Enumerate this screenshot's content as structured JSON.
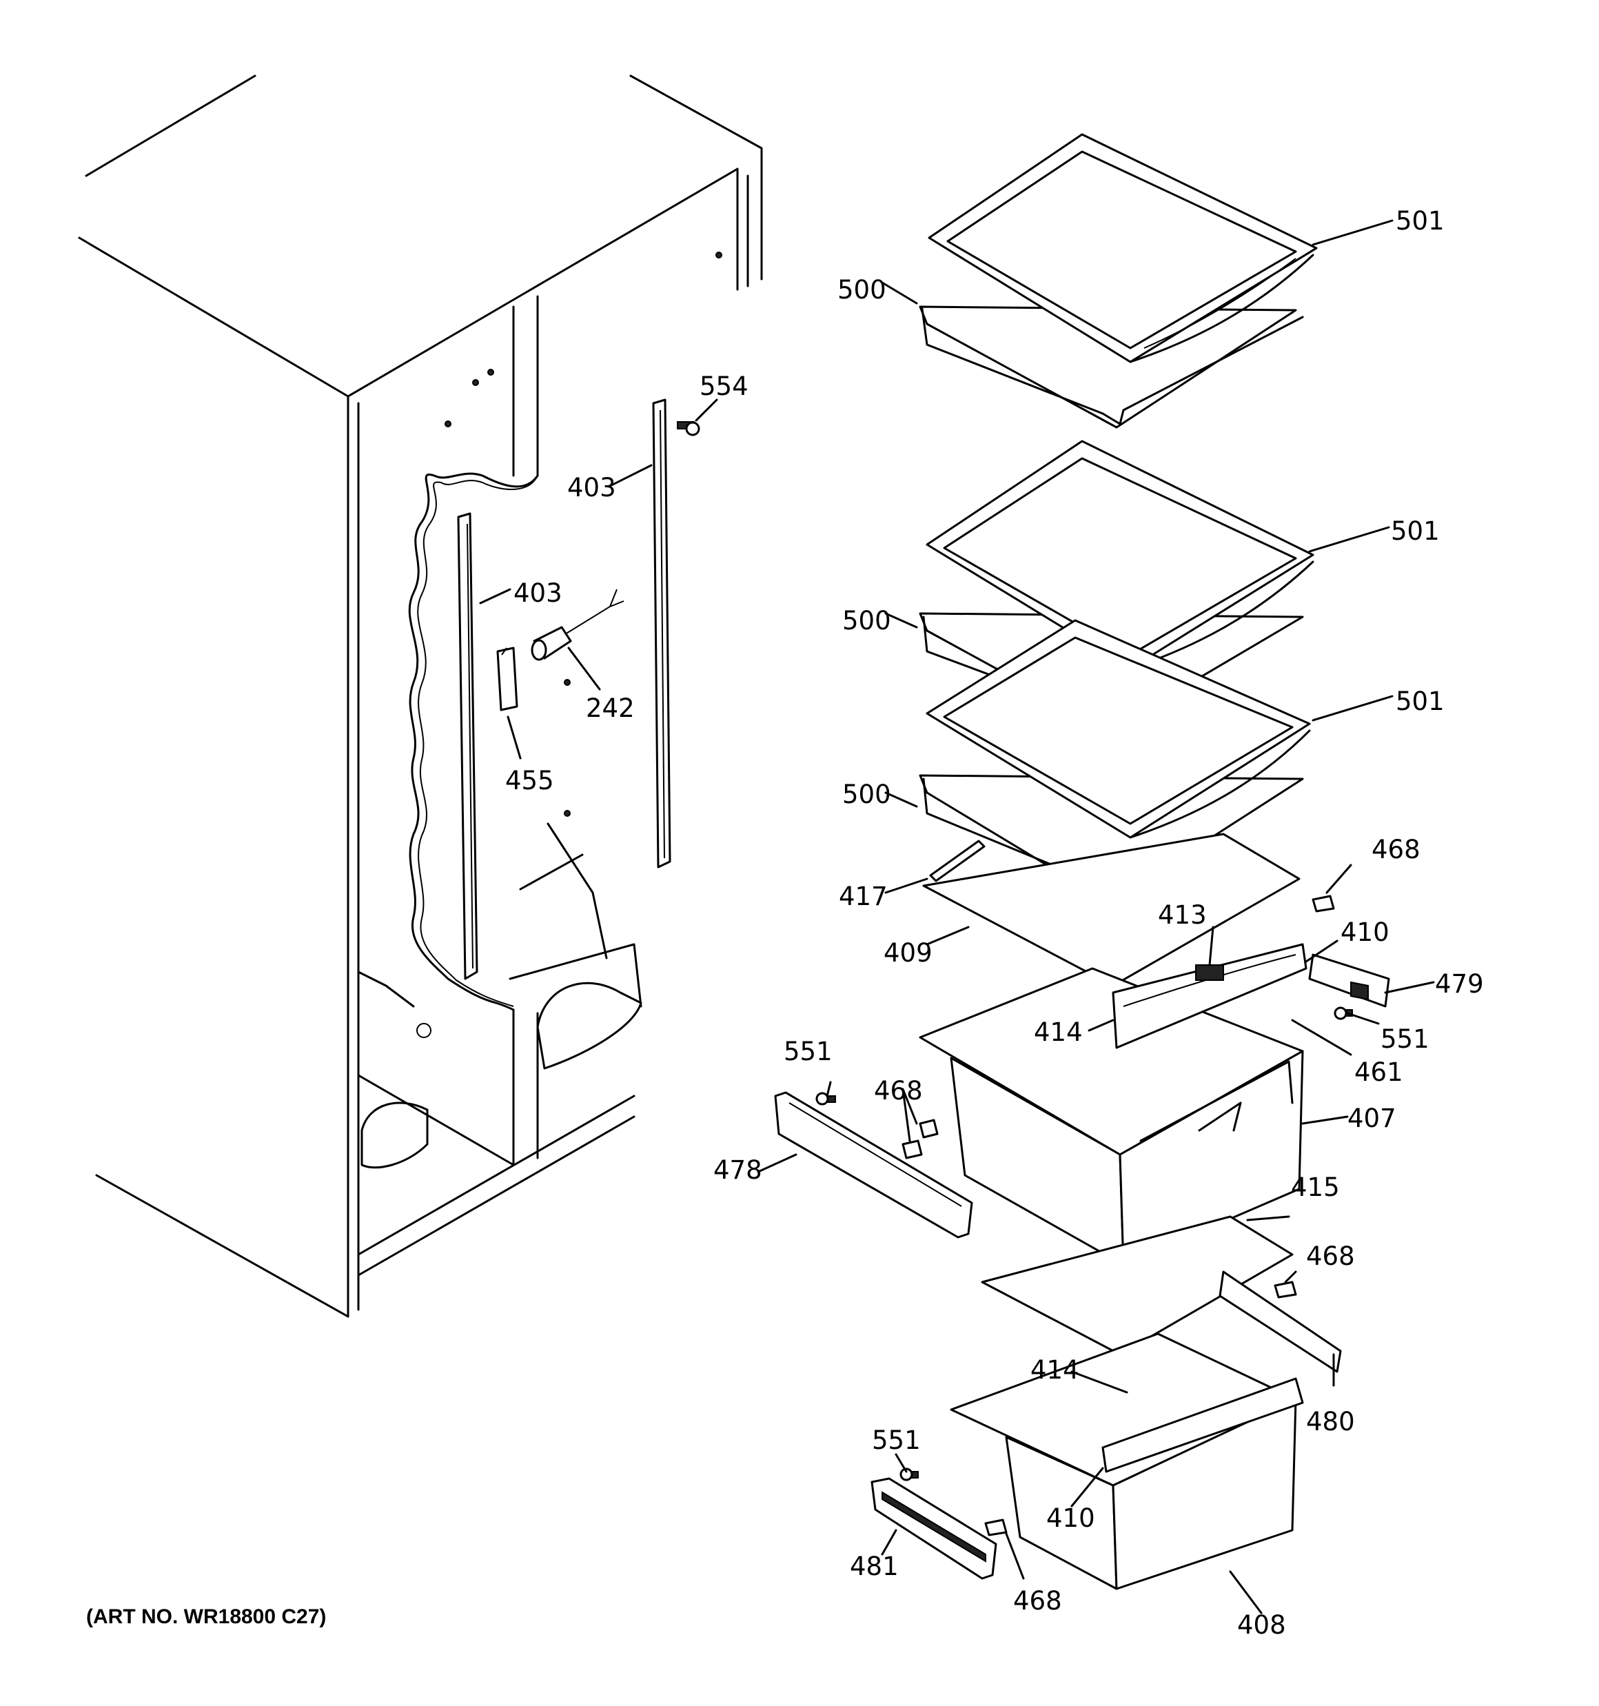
{
  "art_number": "(ART NO. WR18800 C27)",
  "callouts": [
    {
      "id": "c501a",
      "text": "501"
    },
    {
      "id": "c500a",
      "text": "500"
    },
    {
      "id": "c554",
      "text": "554"
    },
    {
      "id": "c403a",
      "text": "403"
    },
    {
      "id": "c403b",
      "text": "403"
    },
    {
      "id": "c242",
      "text": "242"
    },
    {
      "id": "c455",
      "text": "455"
    },
    {
      "id": "c501b",
      "text": "501"
    },
    {
      "id": "c500b",
      "text": "500"
    },
    {
      "id": "c501c",
      "text": "501"
    },
    {
      "id": "c500c",
      "text": "500"
    },
    {
      "id": "c468a",
      "text": "468"
    },
    {
      "id": "c417",
      "text": "417"
    },
    {
      "id": "c413",
      "text": "413"
    },
    {
      "id": "c410a",
      "text": "410"
    },
    {
      "id": "c409",
      "text": "409"
    },
    {
      "id": "c479",
      "text": "479"
    },
    {
      "id": "c414a",
      "text": "414"
    },
    {
      "id": "c551a",
      "text": "551"
    },
    {
      "id": "c461",
      "text": "461"
    },
    {
      "id": "c551b",
      "text": "551"
    },
    {
      "id": "c468b",
      "text": "468"
    },
    {
      "id": "c407",
      "text": "407"
    },
    {
      "id": "c478",
      "text": "478"
    },
    {
      "id": "c415",
      "text": "415"
    },
    {
      "id": "c468c",
      "text": "468"
    },
    {
      "id": "c414b",
      "text": "414"
    },
    {
      "id": "c480",
      "text": "480"
    },
    {
      "id": "c551c",
      "text": "551"
    },
    {
      "id": "c410b",
      "text": "410"
    },
    {
      "id": "c481",
      "text": "481"
    },
    {
      "id": "c468d",
      "text": "468"
    },
    {
      "id": "c408",
      "text": "408"
    }
  ]
}
